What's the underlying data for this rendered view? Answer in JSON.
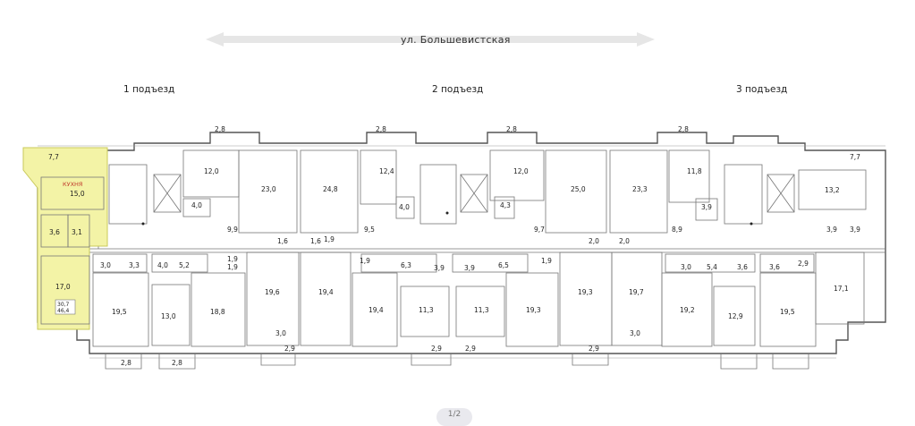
{
  "street_label": "ул. Большевистская",
  "entrances": [
    "1 подъезд",
    "2 подъезд",
    "3 подъезд"
  ],
  "highlight": {
    "color": "#f3f3a6",
    "border": "#c9c95a",
    "kitchen_label": "КУХНЯ",
    "kitchen_area": "15,0",
    "room_area": "17,0",
    "bath_a": "3,6",
    "bath_b": "3,1",
    "balcony": "7,7",
    "living_area": "30,7",
    "total_area": "46,4"
  },
  "room_areas_top": [
    "12,0",
    "23,0",
    "24,8",
    "12,4",
    "12,0",
    "25,0",
    "23,3",
    "11,8",
    "13,2",
    "7,7"
  ],
  "room_areas_mid": [
    "4,0",
    "9,9",
    "9,5",
    "4,0",
    "4,3",
    "9,7",
    "8,9",
    "3,9",
    "3,9",
    "3,9",
    "4,0",
    "5,2",
    "1,9",
    "1,9",
    "6,3",
    "3,9",
    "3,9",
    "6,5",
    "1,9",
    "1,9",
    "5,4",
    "3,6",
    "3,6",
    "2,9",
    "1,6",
    "1,6",
    "1,9",
    "2,0",
    "2,0",
    "3,0",
    "3,3",
    "3,0"
  ],
  "room_areas_bottom": [
    "19,5",
    "13,0",
    "18,8",
    "19,6",
    "19,4",
    "19,4",
    "11,3",
    "11,3",
    "19,3",
    "19,3",
    "19,7",
    "19,2",
    "12,9",
    "19,5",
    "17,1"
  ],
  "balcony_areas": [
    "2,8",
    "2,8",
    "2,8",
    "2,8",
    "2,8",
    "2,8",
    "2,9",
    "2,9",
    "2,9",
    "2,9",
    "3,0",
    "3,0"
  ],
  "pager": "1/2"
}
